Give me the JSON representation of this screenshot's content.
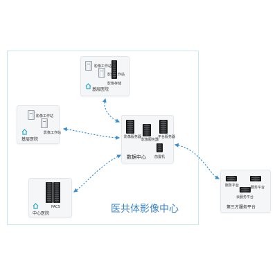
{
  "diagram_title": "医共体影像中心",
  "nodes": {
    "top_hospital": {
      "name": "基层医院",
      "devices": [
        "影像工作站",
        "影像工作站",
        "影像存储"
      ]
    },
    "left_hospital": {
      "name": "基层医院",
      "devices": [
        "影像工作站",
        "影像工作站"
      ]
    },
    "central_hospital": {
      "name": "中心医院",
      "devices": [
        "PACS"
      ]
    },
    "data_center": {
      "name": "数据中心",
      "devices": [
        "影像服务器",
        "影像服务器",
        "平台服务器",
        "前置机"
      ]
    },
    "third_party": {
      "name": "第三方服务平台",
      "devices": [
        "服务平台",
        "服务平台",
        "云服务平台"
      ]
    }
  },
  "colors": {
    "link": "#3a8fd0",
    "frame": "#c7e6ee",
    "home_icon": "#2aa6c9",
    "caption": "#3b83c6"
  }
}
